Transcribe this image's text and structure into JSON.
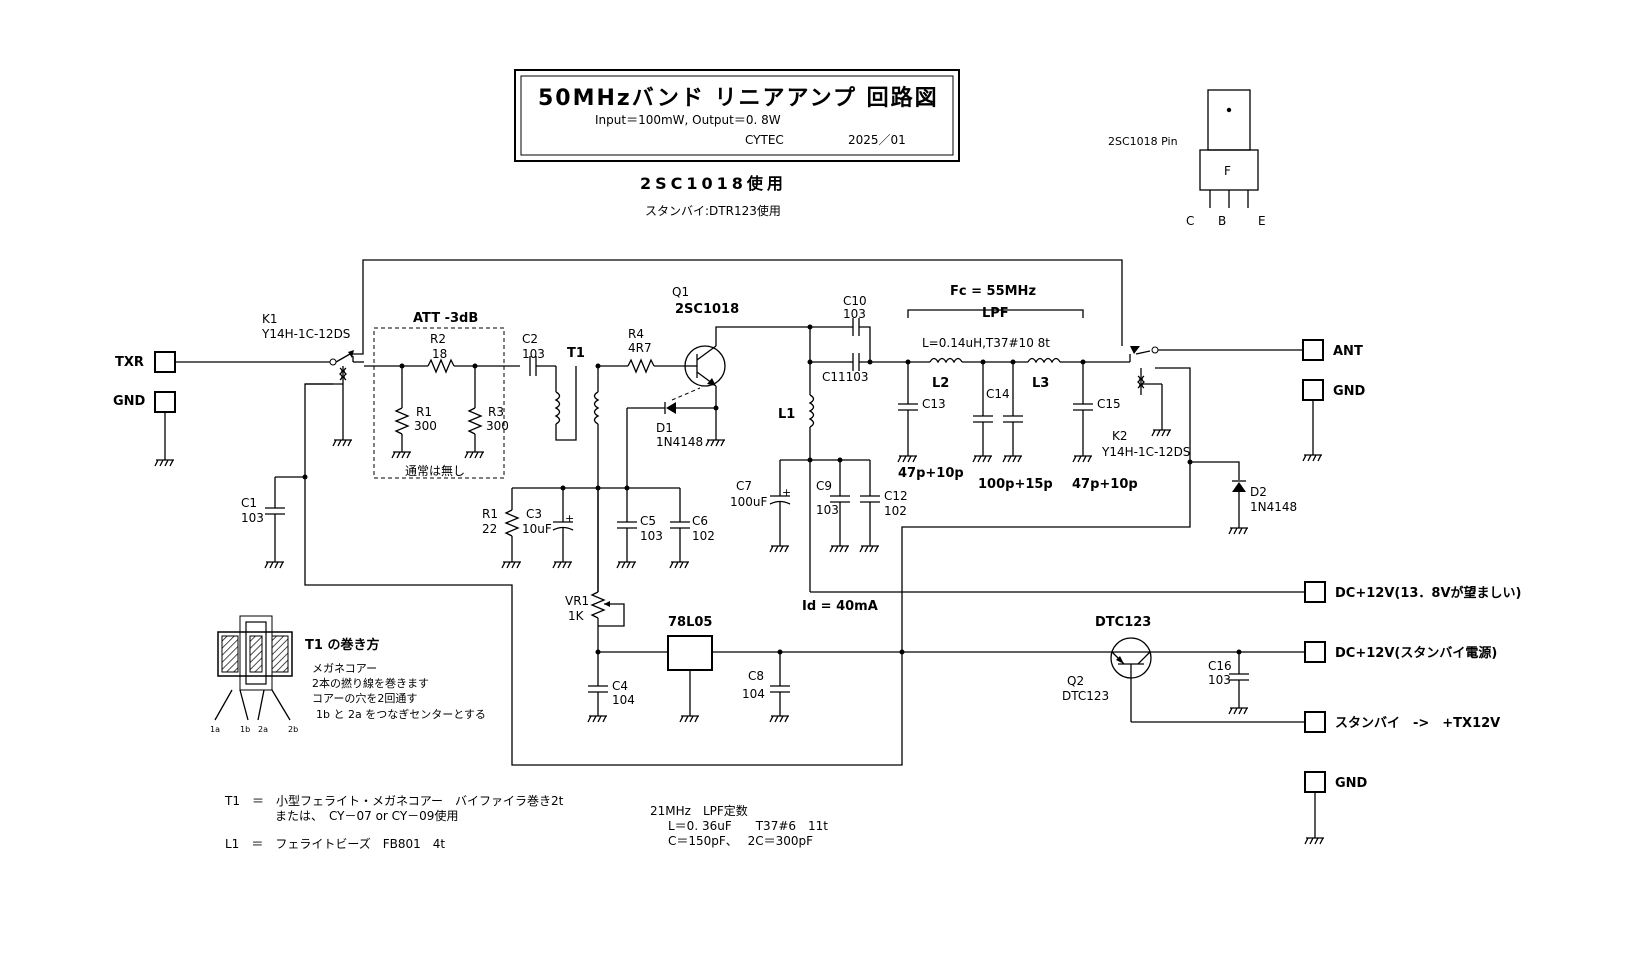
{
  "title": {
    "main": "50MHzバンド リニアアンプ 回路図",
    "spec": "Input＝100mW, Output＝0. 8W",
    "author": "CYTEC",
    "date": "2025／01"
  },
  "subtitle": "2SC1018使用",
  "subtitle2": "スタンバイ:DTR123使用",
  "pin": {
    "label": "2SC1018 Pin",
    "f": "F",
    "c": "C",
    "b": "B",
    "e": "E"
  },
  "ports": {
    "txr": "TXR",
    "gnd_left": "GND",
    "ant": "ANT",
    "gnd_right": "GND",
    "dc12": "DC+12V(13．8Vが望ましい)",
    "dc12_standby": "DC+12V(スタンバイ電源)",
    "standby": "スタンバイ　->　+TX12V",
    "gnd_bottom": "GND"
  },
  "components": {
    "k1_ref": "K1",
    "k1_part": "Y14H-1C-12DS",
    "att": "ATT -3dB",
    "r2_ref": "R2",
    "r2_val": "18",
    "r1a_ref": "R1",
    "r1a_val": "300",
    "r3_ref": "R3",
    "r3_val": "300",
    "att_note": "通常は無し",
    "c2_ref": "C2",
    "c2_val": "103",
    "t1": "T1",
    "r4_ref": "R4",
    "r4_val": "4R7",
    "q1_ref": "Q1",
    "q1_part": "2SC1018",
    "d1_ref": "D1",
    "d1_part": "1N4148",
    "c1_ref": "C1",
    "c1_val": "103",
    "r1_ref": "R1",
    "r1_val": "22",
    "c3_ref": "C3",
    "c3_val": "10uF",
    "c5_ref": "C5",
    "c5_val": "103",
    "c6_ref": "C6",
    "c6_val": "102",
    "vr1_ref": "VR1",
    "vr1_val": "1K",
    "u78": "78L05",
    "c4_ref": "C4",
    "c4_val": "104",
    "c8_ref": "C8",
    "c8_val": "104",
    "c10_ref": "C10",
    "c10_val": "103",
    "c11": "C11103",
    "l1": "L1",
    "c7_ref": "C7",
    "c7_val": "100uF",
    "c9_ref": "C9",
    "c9_val": "103",
    "c12_ref": "C12",
    "c12_val": "102",
    "id": "Id = 40mA",
    "fc": "Fc = 55MHz",
    "lpf": "LPF",
    "lval": "L=0.14uH,T37#10 8t",
    "l2": "L2",
    "l3": "L3",
    "c13": "C13",
    "c14": "C14",
    "c15": "C15",
    "c13_val": "47p+10p",
    "c14_val": "100p+15p",
    "c15_val": "47p+10p",
    "k2_ref": "K2",
    "k2_part": "Y14H-1C-12DS",
    "d2_ref": "D2",
    "d2_part": "1N4148",
    "dtc": "DTC123",
    "q2_ref": "Q2",
    "q2_part": "DTC123",
    "c16_ref": "C16",
    "c16_val": "103"
  },
  "t1_winding": {
    "title": "T1 の巻き方",
    "line1": "メガネコアー",
    "line2": "2本の撚り線を巻きます",
    "line3": "コアーの穴を2回通す",
    "line4": "1b と 2a をつなぎセンターとする",
    "pins": [
      "1a",
      "1b",
      "2a",
      "2b"
    ]
  },
  "notes": {
    "t1_line1": "T1　＝　小型フェライト・メガネコアー　バイファイラ巻き2t",
    "t1_line2": "または、　CY－07 or CY－09使用",
    "l1_line": "L1　＝　フェライトビーズ　FB801　4t",
    "lpf21_title": "21MHz　LPF定数",
    "lpf21_l": "L＝0. 36uF　　T37#6　11t",
    "lpf21_c": "C＝150pF、　 2C＝300pF"
  }
}
